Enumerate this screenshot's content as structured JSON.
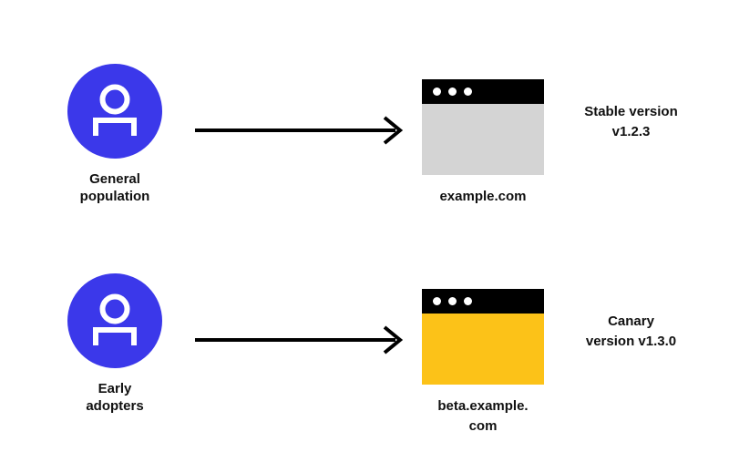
{
  "diagram": {
    "title": "Canary release traffic split diagram",
    "colors": {
      "audience_circle": "#3b38ea",
      "stable_window_body": "#d4d4d4",
      "canary_window_body": "#fcc218",
      "titlebar": "#000000",
      "arrow": "#000000",
      "text": "#101010",
      "background": "#ffffff"
    },
    "rows": [
      {
        "id": "general-population",
        "audience_label": "General\npopulation",
        "audience_icon": "person-icon",
        "arrow_icon": "arrow-right-icon",
        "window": {
          "variant": "stable",
          "dots": [
            "dot",
            "dot",
            "dot"
          ],
          "site_label": "example.com"
        },
        "version_note": "Stable version\nv1.2.3"
      },
      {
        "id": "early-adopters",
        "audience_label": "Early\nadopters",
        "audience_icon": "person-icon",
        "arrow_icon": "arrow-right-icon",
        "window": {
          "variant": "canary",
          "dots": [
            "dot",
            "dot",
            "dot"
          ],
          "site_label": "beta.example.\ncom"
        },
        "version_note": "Canary\nversion v1.3.0"
      }
    ]
  }
}
